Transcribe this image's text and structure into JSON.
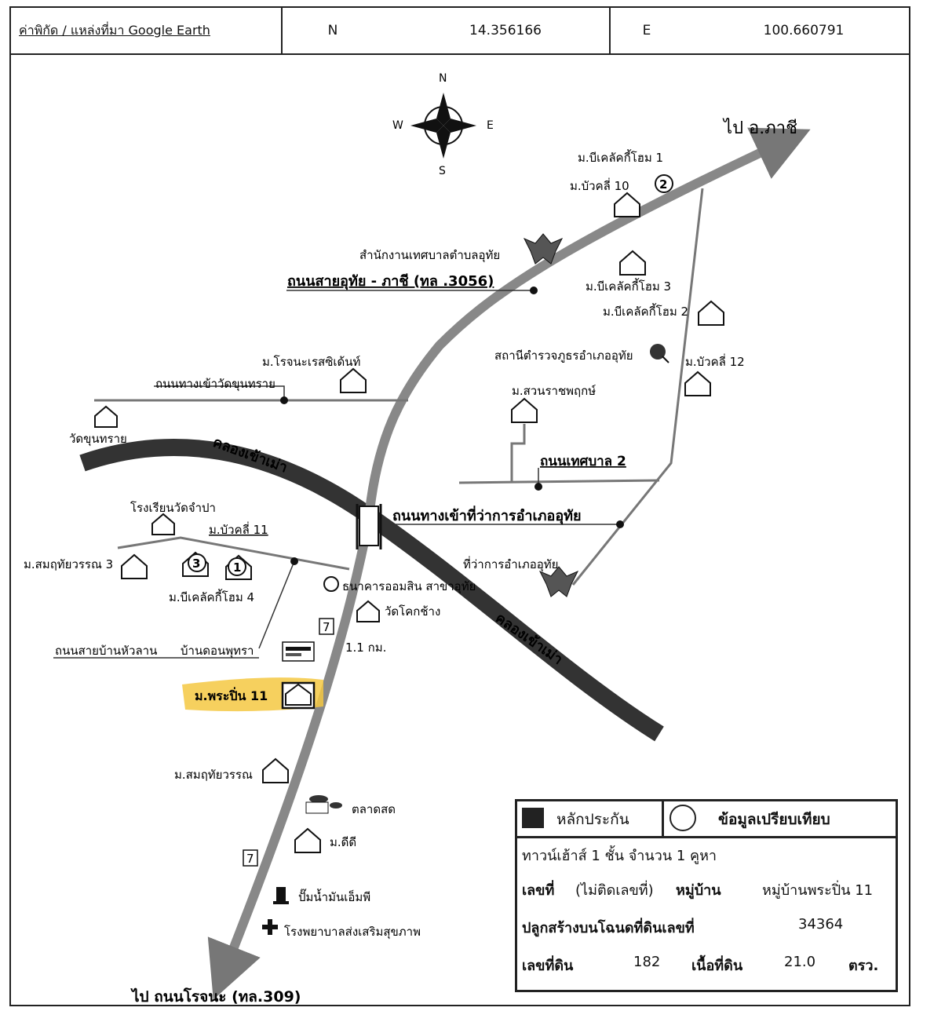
{
  "header": {
    "source_label": "ค่าพิกัด / แหล่งที่มา Google Earth",
    "lat_label": "N",
    "lat_value": "14.356166",
    "lon_label": "E",
    "lon_value": "100.660791"
  },
  "compass": {
    "n": "N",
    "s": "S",
    "e": "E",
    "w": "W"
  },
  "roads": {
    "to_phachi": "ไป อ.ภาชี",
    "uthai_phachi": "ถนนสายอุทัย - ภาชี (ทล .3056)",
    "wat_khun_sai": "ถนนทางเข้าวัดขุนทราย",
    "thesaban2": "ถนนเทศบาล 2",
    "amphoe_entry": "ถนนทางเข้าที่ว่าการอำเภออุทัย",
    "hua_lan": "ถนนสายบ้านหัวลาน",
    "don_phuttha": "บ้านดอนพุทรา",
    "to_rojana": "ไป ถนนโรจนะ (ทล.309)",
    "canal_1": "คลองเข้าเม่า",
    "canal_2": "คลองเข้าเม่า",
    "distance": "1.1 กม.",
    "route7_a": "7",
    "route7_b": "7"
  },
  "places": {
    "bc_home1": "ม.บีเคลัคกี้โฮม 1",
    "bua_khli10": "ม.บัวคลี่ 10",
    "municipal_office": "สำนักงานเทศบาลตำบลอุทัย",
    "bc_home3": "ม.บีเคลัคกี้โฮม 3",
    "bc_home2": "ม.บีเคลัคกี้โฮม 2",
    "police": "สถานีตำรวจภูธรอำเภออุทัย",
    "bua_khli12": "ม.บัวคลี่ 12",
    "rojana_residence": "ม.โรจนะเรสซิเด้นท์",
    "suan_ratchaphruek": "ม.สวนราชพฤกษ์",
    "wat_khun_sai": "วัดขุนทราย",
    "school": "โรงเรียนวัดจำปา",
    "bua_khli11": "ม.บัวคลี่ 11",
    "som_uthai3": "ม.สมฤทัยวรรณ 3",
    "bc_home4": "ม.บีเคลัคกี้โฮม 4",
    "district_office": "ที่ว่าการอำเภออุทัย",
    "bank": "ธนาคารออมสิน สาขาอุทัย",
    "wat_khok_chang": "วัดโคกช้าง",
    "subject": "ม.พระปิ่น 11",
    "som_uthai": "ม.สมฤทัยวรรณ",
    "market": "ตลาดสด",
    "m_dee": "ม.ดีดี",
    "gas": "ปั๊มน้ำมันเอ็มพี",
    "hospital": "โรงพยาบาลส่งเสริมสุขภาพ",
    "mark1": "1",
    "mark2": "2",
    "mark3": "3"
  },
  "legend": {
    "collateral": "หลักประกัน",
    "comparison": "ข้อมูลเปรียบเทียบ",
    "row1": "ทาวน์เฮ้าส์ 1 ชั้น จำนวน 1 คูหา",
    "house_no_label": "เลขที่",
    "house_no_value": "(ไม่ติดเลขที่)",
    "village_label": "หมู่บ้าน",
    "village_value": "หมู่บ้านพระปิ่น 11",
    "deed_label": "ปลูกสร้างบนโฉนดที่ดินเลขที่",
    "deed_value": "34364",
    "land_no_label": "เลขที่ดิน",
    "land_no_value": "182",
    "area_label": "เนื้อที่ดิน",
    "area_value": "21.0",
    "area_unit": "ตรว."
  }
}
